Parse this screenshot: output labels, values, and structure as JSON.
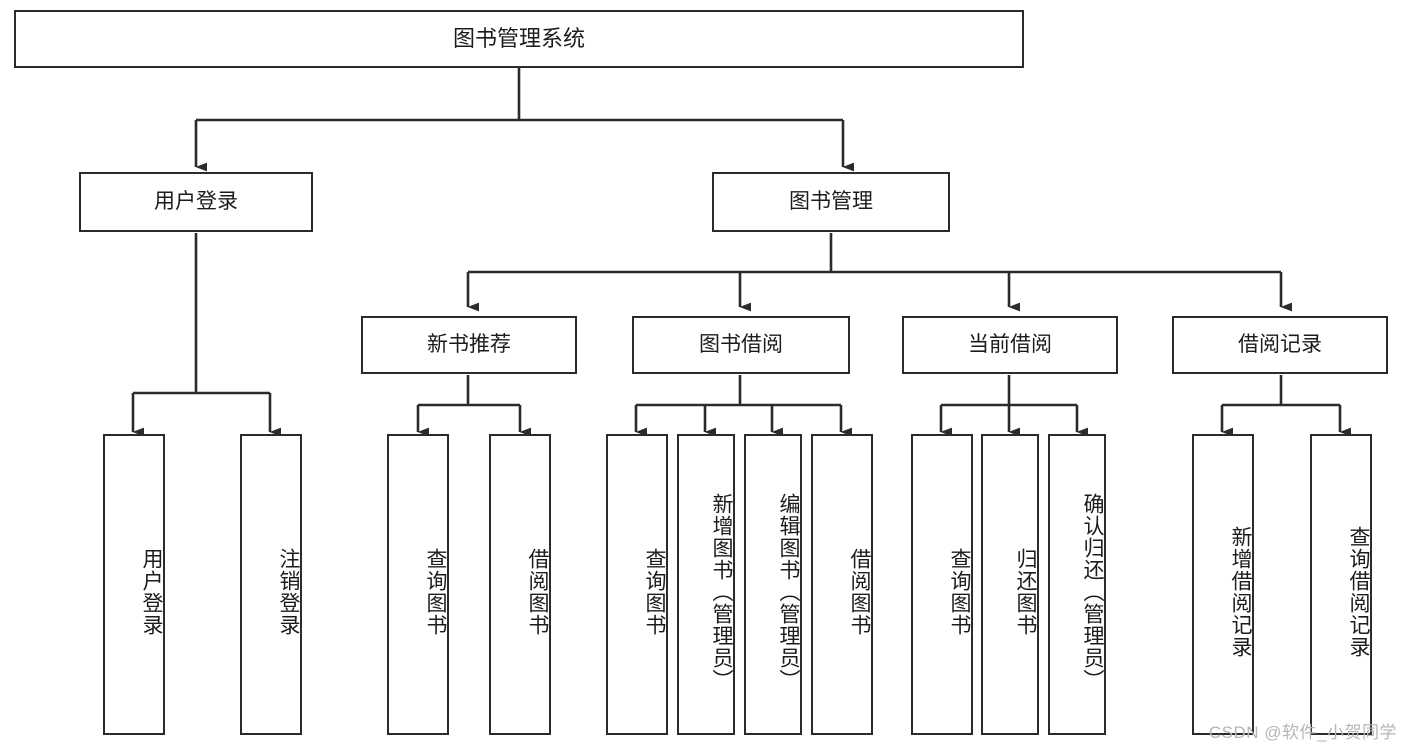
{
  "diagram": {
    "title": "图书管理系统",
    "type": "functional-structure-tree",
    "watermark": "CSDN @软件_小贺同学",
    "colors": {
      "background": "#ffffff",
      "box_border": "#2b2b2b",
      "box_fill": "#ffffff",
      "connector": "#2b2b2b",
      "text": "#1c1c1c",
      "watermark": "#b6b6b6"
    },
    "root": {
      "label": "图书管理系统"
    },
    "level1": [
      {
        "id": "user-login",
        "label": "用户登录"
      },
      {
        "id": "book-manage",
        "label": "图书管理"
      }
    ],
    "level2": [
      {
        "id": "new-book-recommend",
        "label": "新书推荐",
        "parent": "book-manage"
      },
      {
        "id": "book-borrow",
        "label": "图书借阅",
        "parent": "book-manage"
      },
      {
        "id": "current-borrow",
        "label": "当前借阅",
        "parent": "book-manage"
      },
      {
        "id": "borrow-record",
        "label": "借阅记录",
        "parent": "book-manage"
      }
    ],
    "leaves": [
      {
        "id": "leaf-user-login",
        "label": "用户登录",
        "parent": "user-login"
      },
      {
        "id": "leaf-logout-login",
        "label": "注销登录",
        "parent": "user-login"
      },
      {
        "id": "leaf-query-book-1",
        "label": "查询图书",
        "parent": "new-book-recommend"
      },
      {
        "id": "leaf-borrow-book-1",
        "label": "借阅图书",
        "parent": "new-book-recommend"
      },
      {
        "id": "leaf-query-book-2",
        "label": "查询图书",
        "parent": "book-borrow"
      },
      {
        "id": "leaf-add-book-admin",
        "label": "新增图书（管理员）",
        "parent": "book-borrow"
      },
      {
        "id": "leaf-edit-book-admin",
        "label": "编辑图书（管理员）",
        "parent": "book-borrow"
      },
      {
        "id": "leaf-borrow-book-2",
        "label": "借阅图书",
        "parent": "book-borrow"
      },
      {
        "id": "leaf-query-book-3",
        "label": "查询图书",
        "parent": "current-borrow"
      },
      {
        "id": "leaf-return-book",
        "label": "归还图书",
        "parent": "current-borrow"
      },
      {
        "id": "leaf-confirm-return-admin",
        "label": "确认归还（管理员）",
        "parent": "current-borrow"
      },
      {
        "id": "leaf-add-borrow-record",
        "label": "新增借阅记录",
        "parent": "borrow-record"
      },
      {
        "id": "leaf-query-borrow-record",
        "label": "查询借阅记录",
        "parent": "borrow-record"
      }
    ]
  }
}
